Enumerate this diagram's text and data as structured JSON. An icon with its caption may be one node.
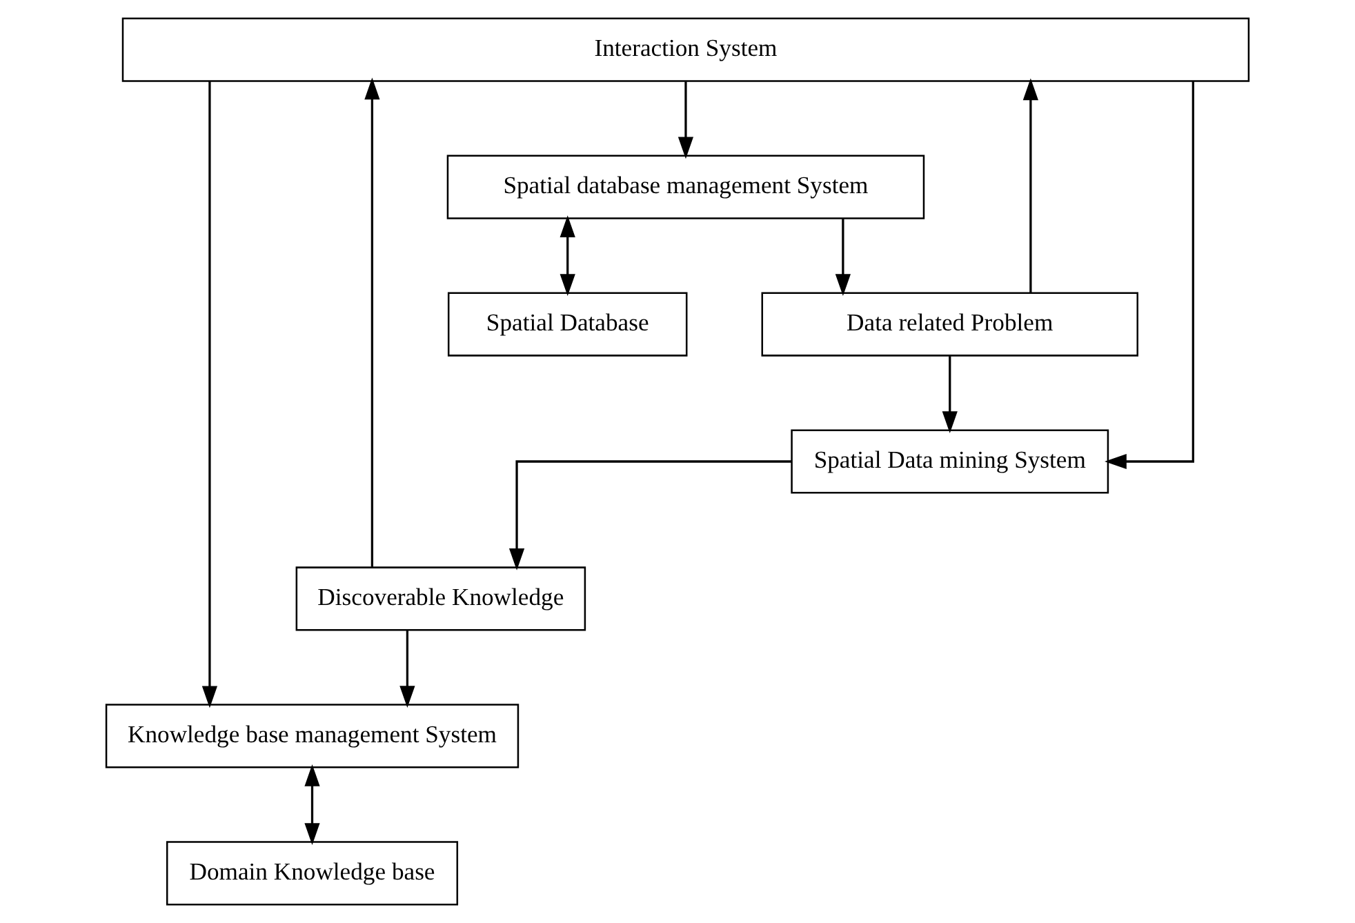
{
  "diagram": {
    "nodes": [
      {
        "text": [
          "Interaction System"
        ]
      },
      {
        "text": [
          "Spatial Data mining System"
        ]
      },
      {
        "text": [
          "Discoverable Knowledge"
        ]
      },
      {
        "text": [
          "Data related Problem"
        ]
      },
      {
        "text": [
          "Knowledge base management System"
        ]
      },
      {
        "text": [
          "Spatial database management System"
        ]
      },
      {
        "text": [
          "Domain Knowledge base"
        ]
      },
      {
        "text": [
          "Spatial Database"
        ]
      }
    ],
    "edges": [
      {
        "from": 0,
        "to": 1,
        "arrow": "to"
      },
      {
        "from": 0,
        "to": 5,
        "arrow": "to"
      },
      {
        "from": 3,
        "to": 0,
        "arrow": "to"
      },
      {
        "from": 1,
        "to": 2,
        "arrow": "to"
      },
      {
        "from": 2,
        "to": 0,
        "arrow": "to"
      },
      {
        "from": 2,
        "to": 4,
        "arrow": "to"
      },
      {
        "from": 0,
        "to": 4,
        "arrow": "to"
      },
      {
        "from": 3,
        "to": 1,
        "arrow": "to"
      },
      {
        "from": 5,
        "to": 3,
        "arrow": "to"
      },
      {
        "from": 4,
        "to": 6,
        "arrow": "both"
      },
      {
        "from": 5,
        "to": 7,
        "arrow": "both"
      }
    ]
  }
}
